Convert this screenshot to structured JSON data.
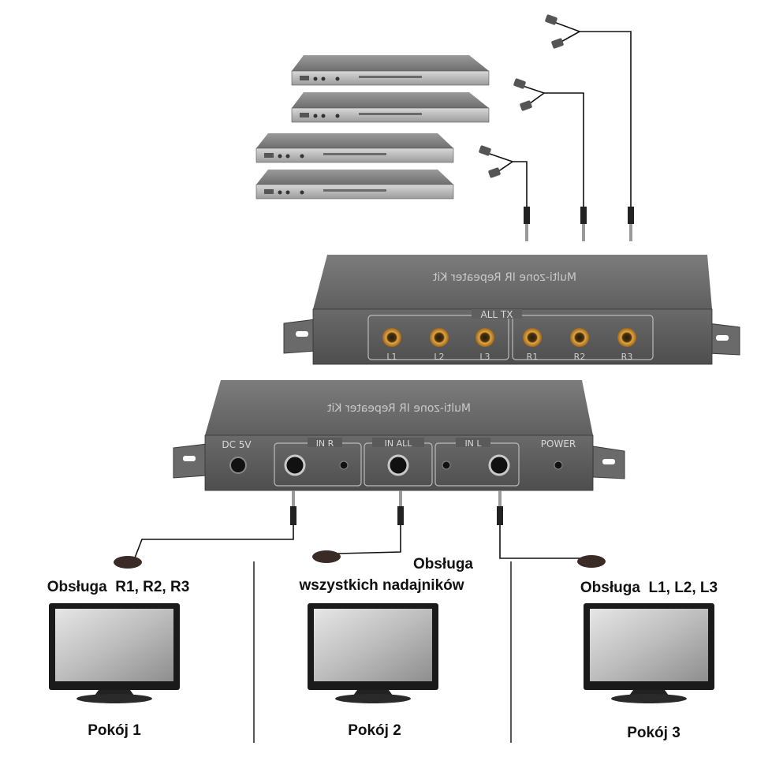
{
  "transmitter_box": {
    "title": "Multi-zone IR Repeater Kit",
    "group_label": "ALL TX",
    "ports": [
      "L1",
      "L2",
      "L3",
      "R1",
      "R2",
      "R3"
    ]
  },
  "receiver_box": {
    "title": "Multi-zone IR Repeater Kit",
    "dc_label": "DC 5V",
    "in_r_label": "IN R",
    "in_all_label": "IN ALL",
    "in_l_label": "IN L",
    "power_label": "POWER"
  },
  "rooms": [
    {
      "caption": "Obsługa  R1, R2, R3",
      "name": "Pokój 1"
    },
    {
      "caption_line1": "Obsługa",
      "caption_line2": "wszystkich nadajników",
      "name": "Pokój 2"
    },
    {
      "caption": "Obsługa  L1, L2, L3",
      "name": "Pokój 3"
    }
  ],
  "colors": {
    "device_body": "#6b6b6b",
    "device_top": "#8a8a8a",
    "port_ring": "#c8891e",
    "cable": "#111111"
  }
}
